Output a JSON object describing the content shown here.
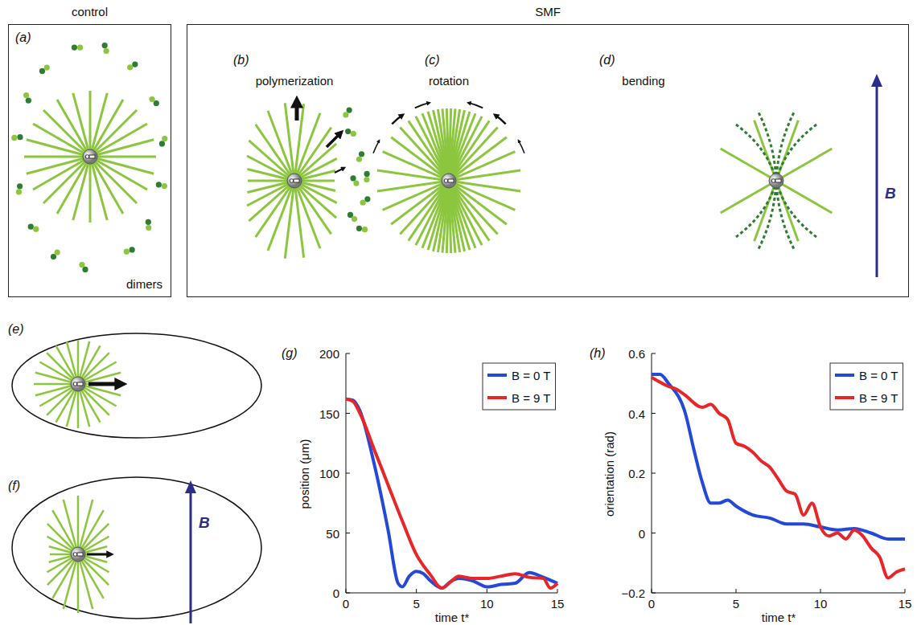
{
  "diagram": {
    "nodes": [
      {
        "text": [
          "control",
          "(a)",
          "dimers"
        ]
      },
      {
        "text": [
          "SMF"
        ]
      }
    ],
    "labels": [
      "(b)",
      "polymerization",
      "(c)",
      "rotation",
      "(d)",
      "bending",
      "B",
      "(e)",
      "(f)",
      "B",
      "(g)",
      "position (μm)",
      "200",
      "150",
      "100",
      "50",
      "0",
      "0",
      "5",
      "10",
      "15",
      "time t*",
      "(h)",
      "orientation (rad)",
      "0.6",
      "0.4",
      "0.2",
      "0",
      "−0.2",
      "0",
      "5",
      "10",
      "15",
      "time t*"
    ],
    "legend": [
      {
        "text": "B = 0 T",
        "color": "#2449d8"
      },
      {
        "text": "B = 9 T",
        "color": "#e8262a"
      },
      {
        "text": "B = 0 T",
        "color": "#2449d8"
      },
      {
        "text": "B = 9 T",
        "color": "#e8262a"
      }
    ]
  }
}
